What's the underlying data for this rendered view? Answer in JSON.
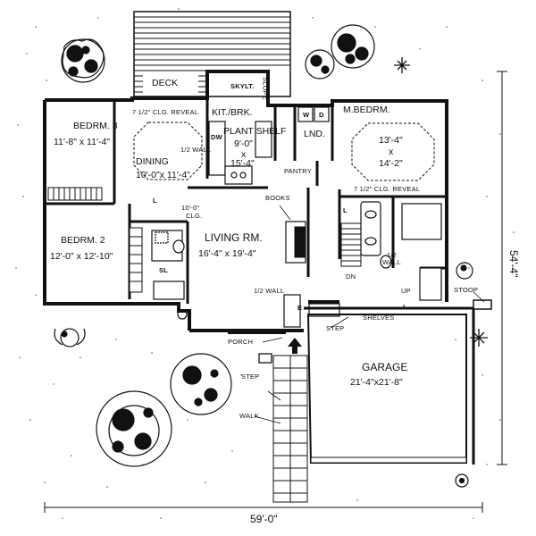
{
  "rooms": {
    "deck": "DECK",
    "skylight": "SKYLT.",
    "slope": "SLOPE",
    "kitchen": "KIT./BRK.",
    "bedroom3": {
      "name": "BEDRM. 3",
      "size": "11'-8\" x 11'-4\""
    },
    "clg_reveal_dining": "7 1/2\" CLG. REVEAL",
    "half_wall_dining": "1/2 WALL",
    "dw": "DW",
    "plant_shelf": {
      "name": "PLANT SHELF",
      "w": "9'-0\"",
      "x": "x",
      "h": "15'-4\""
    },
    "dining": {
      "name": "DINING",
      "size": "10'-0\"x 11'-4\""
    },
    "laundry": "LND.",
    "w": "W",
    "d": "D",
    "pantry": "PANTRY",
    "master": {
      "name": "M.BEDRM.",
      "w": "13'-4\"",
      "x": "x",
      "h": "14'-2\""
    },
    "clg_reveal_master": "7 1/2\" CLG. REVEAL",
    "books": "BOOKS",
    "l_marks": [
      "L",
      "L",
      "L"
    ],
    "clg": {
      "size": "10'-0\"",
      "label": "CLG."
    },
    "bedroom2": {
      "name": "BEDRM. 2",
      "size": "12'-0\" x 12'-10\""
    },
    "living": {
      "name": "LIVING RM.",
      "size": "16'-4\" x 19'-4\""
    },
    "sl": "SL",
    "half_wall_bath": "1/2\nWALL",
    "up": "UP",
    "dn": "DN",
    "half_wall_entry": "1/2 WALL",
    "e_mark": "E",
    "stoop": "STOOP",
    "step1": "STEP",
    "shelves": "SHELVES",
    "porch": "PORCH",
    "garage": {
      "name": "GARAGE",
      "size": "21'-4\"x21'-8\""
    },
    "step2": "STEP",
    "walk": "WALK"
  },
  "dimensions": {
    "width": "59'-0\"",
    "depth": "54'-4\""
  }
}
